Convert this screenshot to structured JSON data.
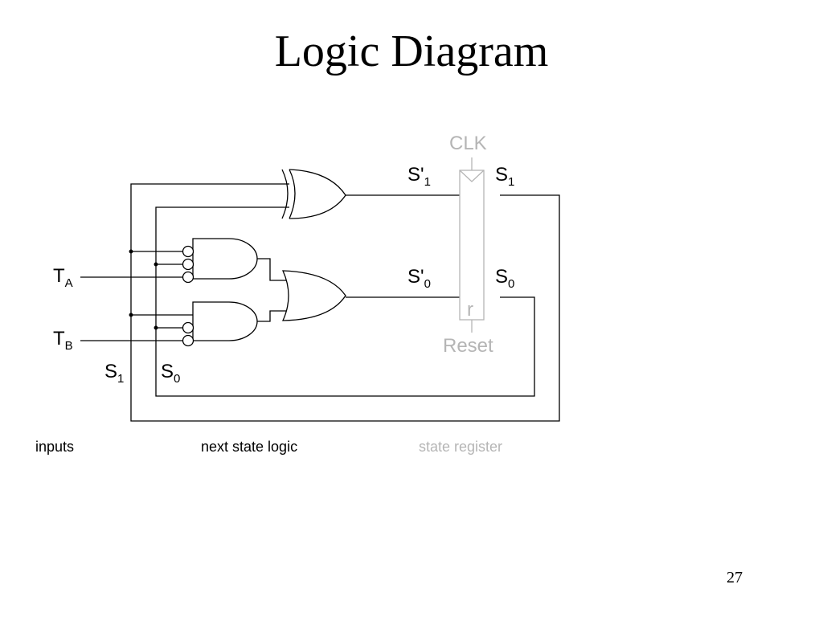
{
  "title": "Logic Diagram",
  "page_number": "27",
  "signals": {
    "ta": {
      "main": "T",
      "sub": "A"
    },
    "tb": {
      "main": "T",
      "sub": "B"
    },
    "s1_in": {
      "main": "S",
      "sub": "1"
    },
    "s0_in": {
      "main": "S",
      "sub": "0"
    },
    "s1_next": {
      "main": "S'",
      "sub": "1"
    },
    "s1_out": {
      "main": "S",
      "sub": "1"
    },
    "s0_next": {
      "main": "S'",
      "sub": "0"
    },
    "s0_out": {
      "main": "S",
      "sub": "0"
    }
  },
  "register": {
    "clk": "CLK",
    "reset": "Reset",
    "r": "r"
  },
  "captions": {
    "inputs": "inputs",
    "next_state_logic": "next state logic",
    "state_register": "state register"
  },
  "colors": {
    "wire": "#000000",
    "register": "#b5b5b5"
  }
}
